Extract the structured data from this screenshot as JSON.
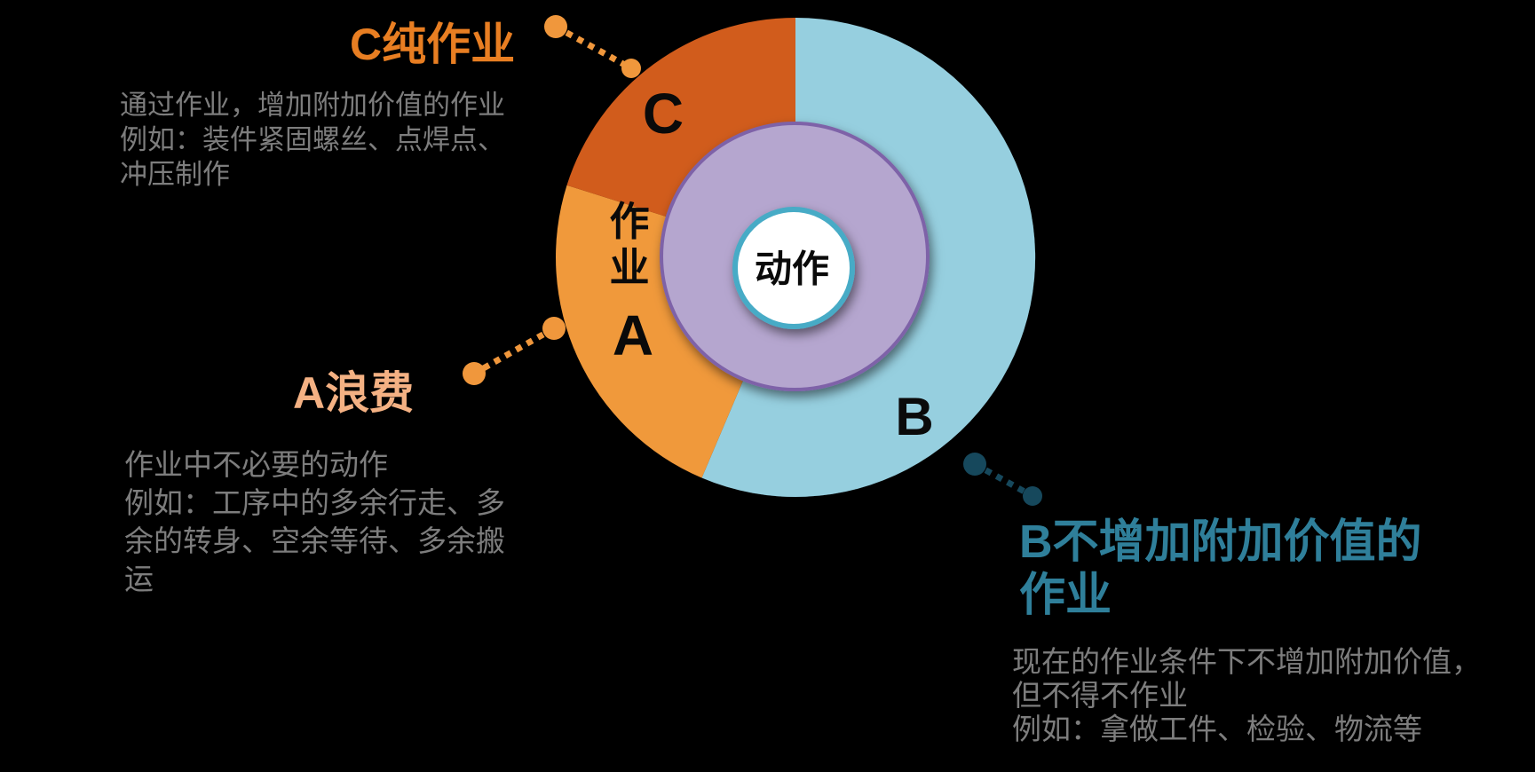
{
  "background_color": "#000000",
  "chart_data": {
    "type": "pie",
    "title": "",
    "legend_position": "none",
    "grid": false,
    "slices": [
      {
        "letter": "B",
        "name": "不增加附加价值的作业",
        "percent_estimate": 56,
        "start_angle_deg": 0,
        "end_angle_deg": 203,
        "color": "#96CFDF"
      },
      {
        "letter": "A",
        "name": "浪费",
        "percent_estimate": 24,
        "start_angle_deg": 203,
        "end_angle_deg": 287.5,
        "color": "#F0993B"
      },
      {
        "letter": "C",
        "name": "纯作业",
        "percent_estimate": 20,
        "start_angle_deg": 287.5,
        "end_angle_deg": 360,
        "color": "#D15C1D"
      }
    ],
    "inner_circles": [
      {
        "label": "作业",
        "fill": "#B5A6CF",
        "border": "#7E62A8"
      },
      {
        "label": "动作",
        "fill": "#FFFFFF",
        "border": "#47ABC6"
      }
    ]
  },
  "annotations": {
    "c": {
      "title": "C纯作业",
      "title_color": "#E87E22",
      "desc": "通过作业，增加附加价值的作业\n例如：装件紧固螺丝、点焊点、\n冲压制作",
      "leader_color": "#F0973C"
    },
    "a": {
      "title": "A浪费",
      "title_color": "#F4B183",
      "desc": "作业中不必要的动作\n例如：工序中的多余行走、多\n余的转身、空余等待、多余搬\n运",
      "leader_color": "#F0973C"
    },
    "b": {
      "title": "B不增加附加价值的\n作业",
      "title_color": "#2F7F9A",
      "desc": "现在的作业条件下不增加附加价值，\n但不得不作业\n例如：拿做工件、检验、物流等",
      "leader_color": "#16485C"
    }
  },
  "text_color_body": "#7D7D7D"
}
